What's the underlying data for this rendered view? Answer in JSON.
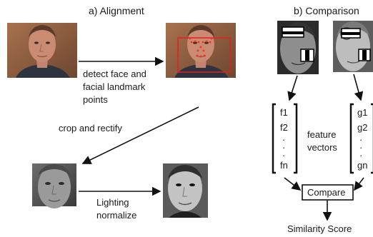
{
  "alignment": {
    "title": "a) Alignment",
    "step_detect": [
      "detect face and",
      "facial landmark",
      "points"
    ],
    "step_crop": "crop and rectify",
    "step_lighting": [
      "Lighting",
      "normalize"
    ]
  },
  "comparison": {
    "title": "b) Comparison",
    "vector_f": [
      "f1",
      "f2",
      "·",
      "·",
      "·",
      "fn"
    ],
    "vector_g": [
      "g1",
      "g2",
      "·",
      "·",
      "·",
      "gn"
    ],
    "feature_label": [
      "feature",
      "vectors"
    ],
    "compare_label": "Compare",
    "result_label": "Similarity Score"
  },
  "colors": {
    "landmark_box": "#e02020",
    "skin": "#c98c72",
    "background_warm": "#8b5a3c"
  }
}
